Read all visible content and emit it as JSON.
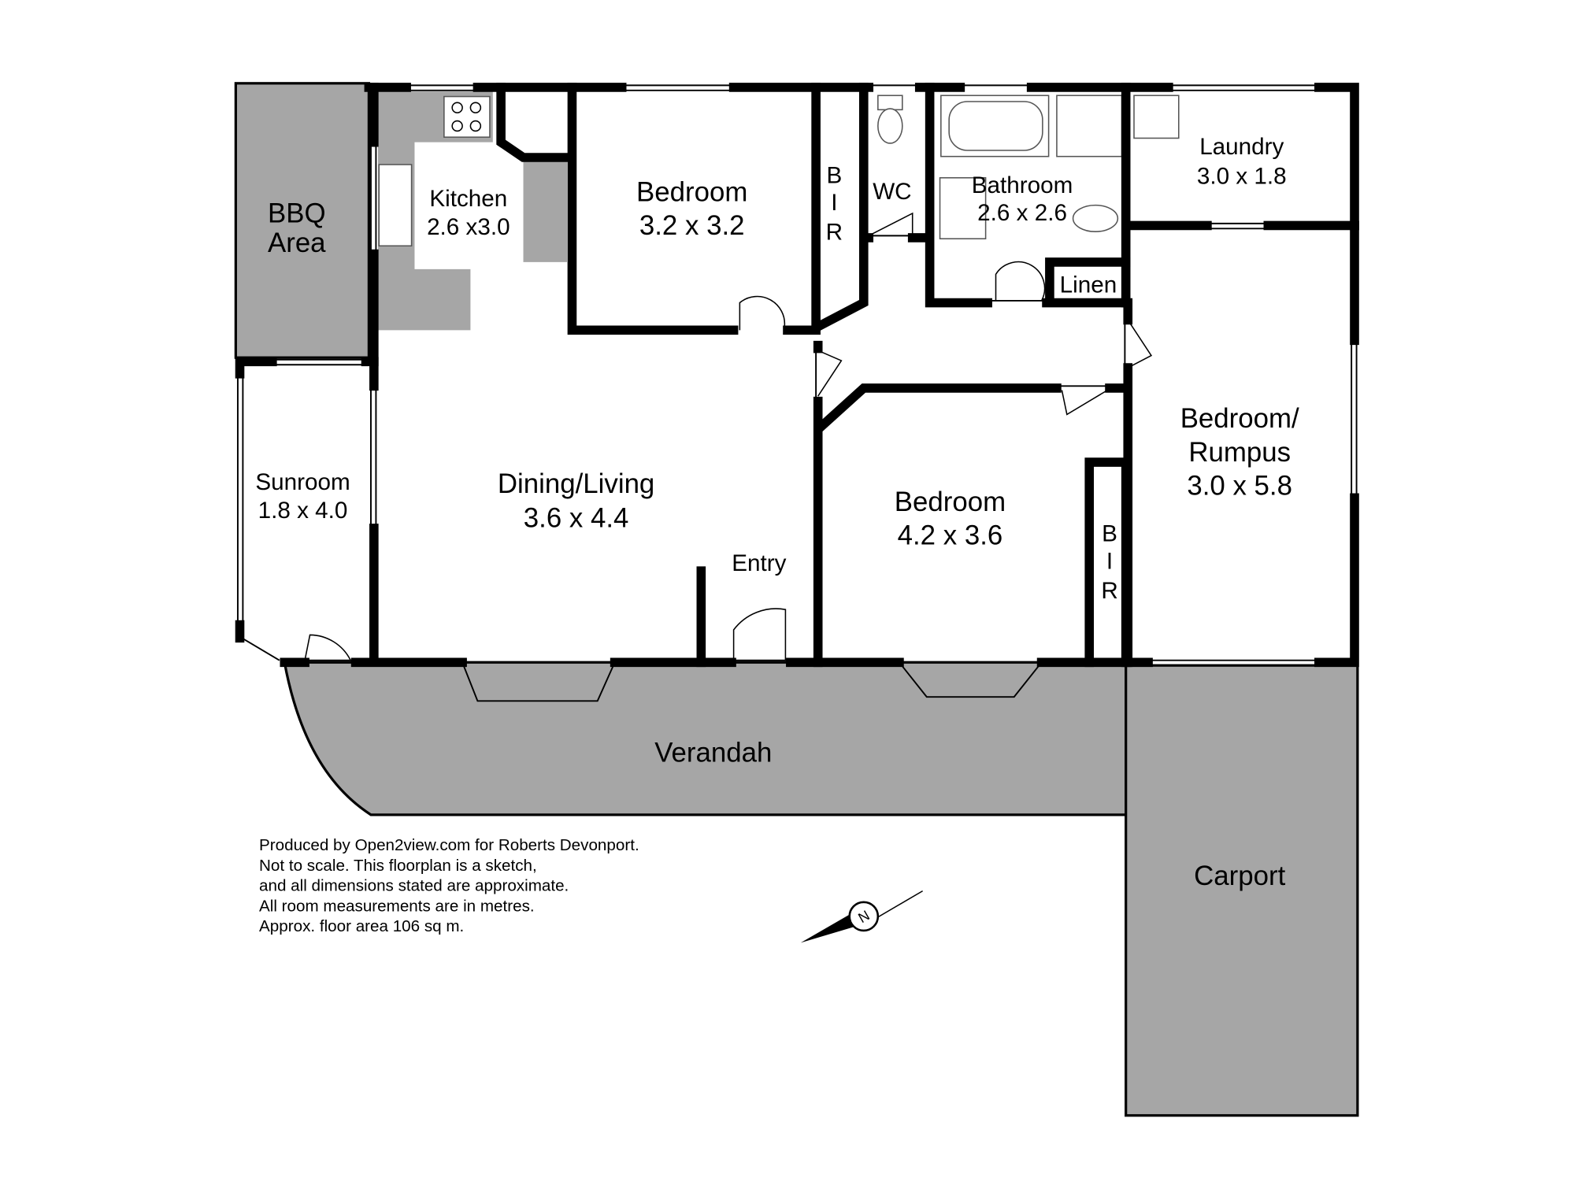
{
  "rooms": {
    "bbq": {
      "name": "BBQ",
      "name2": "Area"
    },
    "kitchen": {
      "name": "Kitchen",
      "dims": "2.6 x3.0"
    },
    "bedroom1": {
      "name": "Bedroom",
      "dims": "3.2 x 3.2"
    },
    "bir1": {
      "l1": "B",
      "l2": "I",
      "l3": "R"
    },
    "wc": {
      "name": "WC"
    },
    "bathroom": {
      "name": "Bathroom",
      "dims": "2.6 x 2.6"
    },
    "laundry": {
      "name": "Laundry",
      "dims": "3.0 x 1.8"
    },
    "linen": {
      "name": "Linen"
    },
    "sunroom": {
      "name": "Sunroom",
      "dims": "1.8 x 4.0"
    },
    "dining": {
      "name": "Dining/Living",
      "dims": "3.6 x 4.4"
    },
    "entry": {
      "name": "Entry"
    },
    "bedroom2": {
      "name": "Bedroom",
      "dims": "4.2 x 3.6"
    },
    "bir2": {
      "l1": "B",
      "l2": "I",
      "l3": "R"
    },
    "rumpus": {
      "name": "Bedroom/",
      "name2": "Rumpus",
      "dims": "3.0 x 5.8"
    },
    "verandah": {
      "name": "Verandah"
    },
    "carport": {
      "name": "Carport"
    }
  },
  "notes": [
    "Produced by Open2view.com for Roberts Devonport.",
    "Not to scale. This floorplan is a sketch,",
    "and all dimensions stated are approximate.",
    "All room measurements are in metres.",
    "Approx. floor area 106 sq m."
  ],
  "compass": {
    "label": "N"
  },
  "colors": {
    "outdoor": "#a6a6a6",
    "wall": "#000000"
  }
}
